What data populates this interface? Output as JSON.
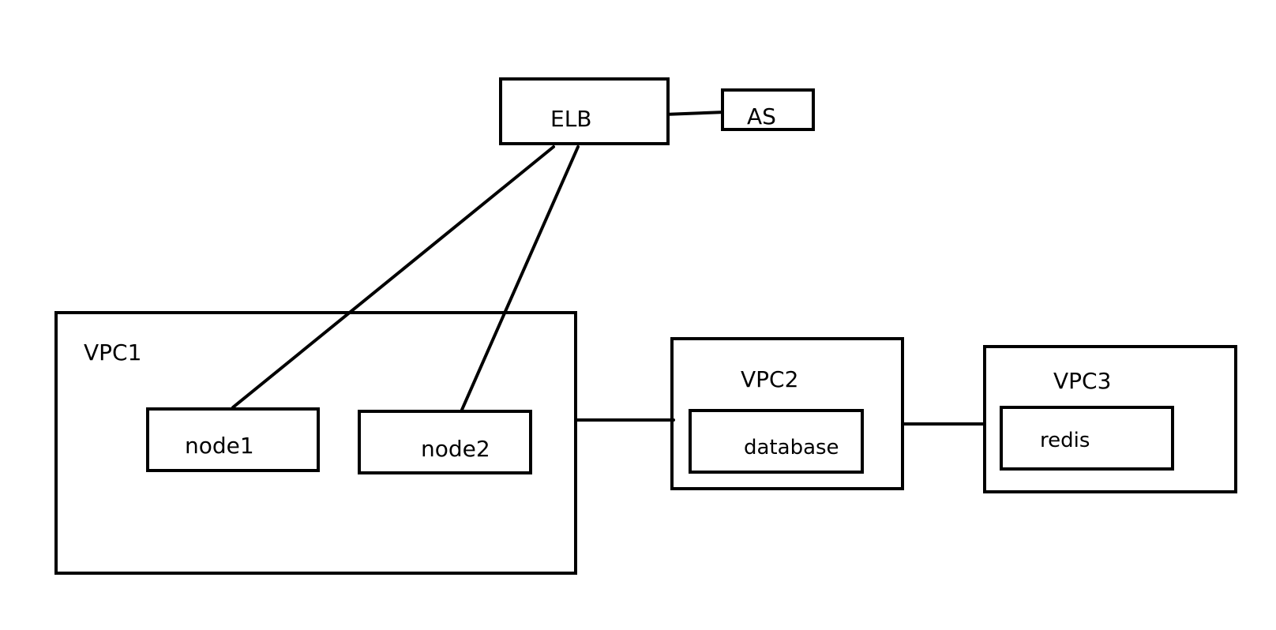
{
  "diagram": {
    "nodes": {
      "elb": {
        "label": "ELB"
      },
      "as": {
        "label": "AS"
      },
      "vpc1": {
        "label": "VPC1"
      },
      "node1": {
        "label": "node1"
      },
      "node2": {
        "label": "node2"
      },
      "vpc2": {
        "label": "VPC2"
      },
      "database": {
        "label": "database"
      },
      "vpc3": {
        "label": "VPC3"
      },
      "redis": {
        "label": "redis"
      }
    },
    "edges": [
      {
        "from": "elb",
        "to": "as"
      },
      {
        "from": "elb",
        "to": "node1"
      },
      {
        "from": "elb",
        "to": "node2"
      },
      {
        "from": "vpc1",
        "to": "vpc2"
      },
      {
        "from": "vpc2",
        "to": "vpc3"
      }
    ],
    "colors": {
      "stroke": "#000000",
      "background": "#ffffff"
    }
  }
}
